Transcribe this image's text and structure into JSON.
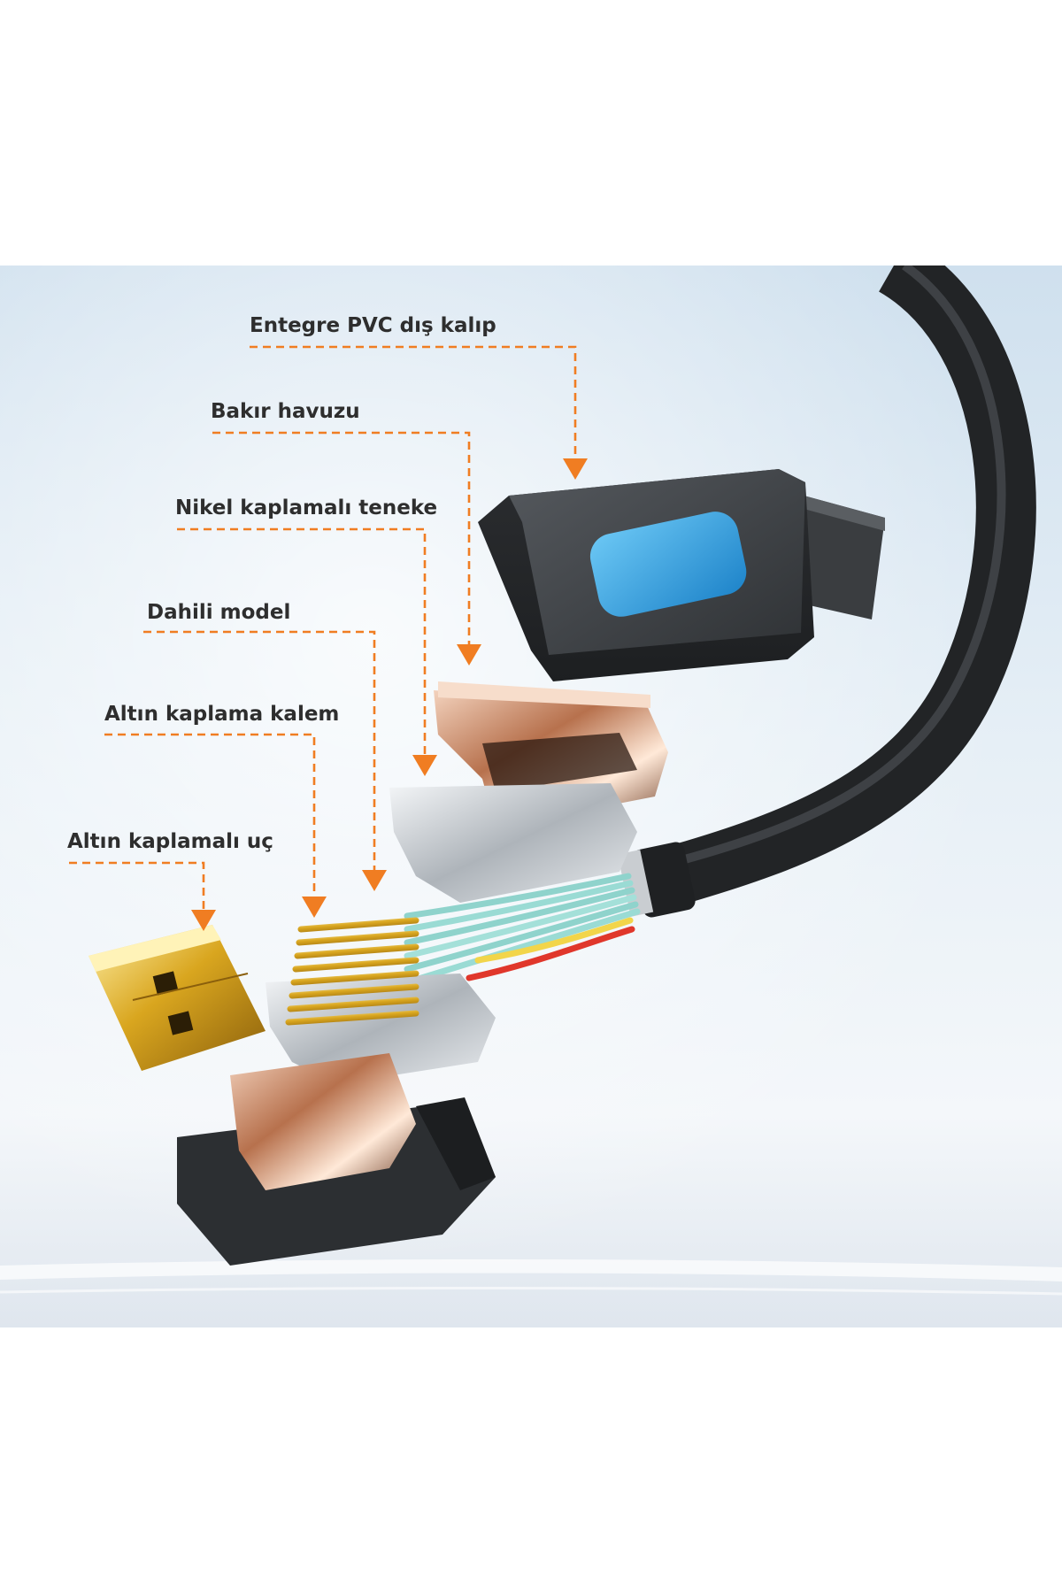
{
  "colors": {
    "accent": "#f07d22",
    "label_text": "#2e2e2e",
    "housing": "#3f4246",
    "window": "#3aa8e8",
    "gold": "#d9a61f",
    "copper": "#c98b6a",
    "nickel": "#d4d8dc"
  },
  "labels": [
    {
      "id": "pvc-shell",
      "text": "Entegre PVC dış kalıp",
      "points_to": "upper-housing"
    },
    {
      "id": "copper-shell",
      "text": "Bakır havuzu",
      "points_to": "copper-shield"
    },
    {
      "id": "nickel-shell",
      "text": "Nikel kaplamalı teneke",
      "points_to": "nickel-shield"
    },
    {
      "id": "inner-model",
      "text": "Dahili model",
      "points_to": "pin-holder"
    },
    {
      "id": "gold-pins",
      "text": "Altın kaplama kalem",
      "points_to": "gold-pins"
    },
    {
      "id": "gold-tip",
      "text": "Altın kaplamalı uç",
      "points_to": "gold-plug"
    }
  ],
  "icons": [
    "upper-housing-icon",
    "copper-shield-icon",
    "nickel-shield-icon",
    "gold-pins-icon",
    "gold-plug-icon",
    "cable-icon"
  ]
}
